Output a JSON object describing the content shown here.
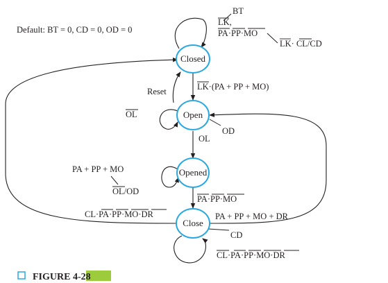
{
  "default_note": "Default: BT = 0, CD = 0, OD = 0",
  "states": {
    "closed": "Closed",
    "open": "Open",
    "opened": "Opened",
    "close": "Close"
  },
  "labels": {
    "bt": "BT",
    "lk_comma": "LK,",
    "pa_pp_mo_bar": "PA·PP·MO",
    "lk_cl_cd": "LK· CL/CD",
    "lk_pa_pp_mo": "LK·(PA + PP + MO)",
    "reset": "Reset",
    "ol_bar": "OL",
    "od": "OD",
    "ol": "OL",
    "pa_pp_mo_sum": "PA + PP + MO",
    "ol_od": "OL/OD",
    "pa_pp_mo_bar2": "PA·PP·MO",
    "cl_pa_pp_mo_dr": "CL·PA·PP·MO·DR",
    "pa_pp_mo_dr": "PA + PP + MO + DR",
    "cd": "CD",
    "cl_pa_pp_mo_dr_bottom": "CL·PA·PP·MO·DR"
  },
  "figure": {
    "prefix": "FIGURE ",
    "number": "4-28"
  },
  "colors": {
    "state_stroke": "#29a8df",
    "line": "#231f20",
    "highlight": "#9ccb3b",
    "figure_box": "#29a8df"
  }
}
